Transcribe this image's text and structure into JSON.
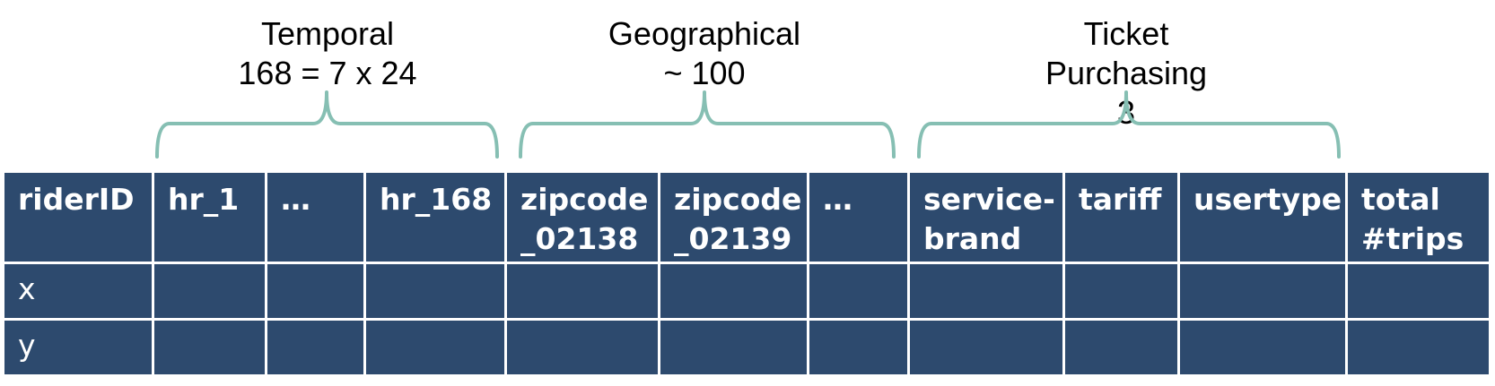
{
  "groups": {
    "temporal": {
      "line1": "Temporal",
      "line2": "168 = 7 x 24"
    },
    "geographical": {
      "line1": "Geographical",
      "line2": "~ 100"
    },
    "ticket": {
      "line1": "Ticket",
      "line2": "Purchasing",
      "line3": "3"
    }
  },
  "columns": [
    {
      "line1": "riderID",
      "line2": ""
    },
    {
      "line1": "hr_1",
      "line2": ""
    },
    {
      "line1": "…",
      "line2": ""
    },
    {
      "line1": "hr_168",
      "line2": ""
    },
    {
      "line1": "zipcode",
      "line2": "_02138"
    },
    {
      "line1": "zipcode",
      "line2": "_02139"
    },
    {
      "line1": "…",
      "line2": ""
    },
    {
      "line1": "service-",
      "line2": "brand"
    },
    {
      "line1": "tariff",
      "line2": ""
    },
    {
      "line1": "usertype",
      "line2": ""
    },
    {
      "line1": "total",
      "line2": "#trips"
    }
  ],
  "rows": [
    {
      "id": "x"
    },
    {
      "id": "y"
    }
  ],
  "colors": {
    "cell": "#2d4a6e",
    "brace": "#86bfb3",
    "border": "#ffffff"
  }
}
